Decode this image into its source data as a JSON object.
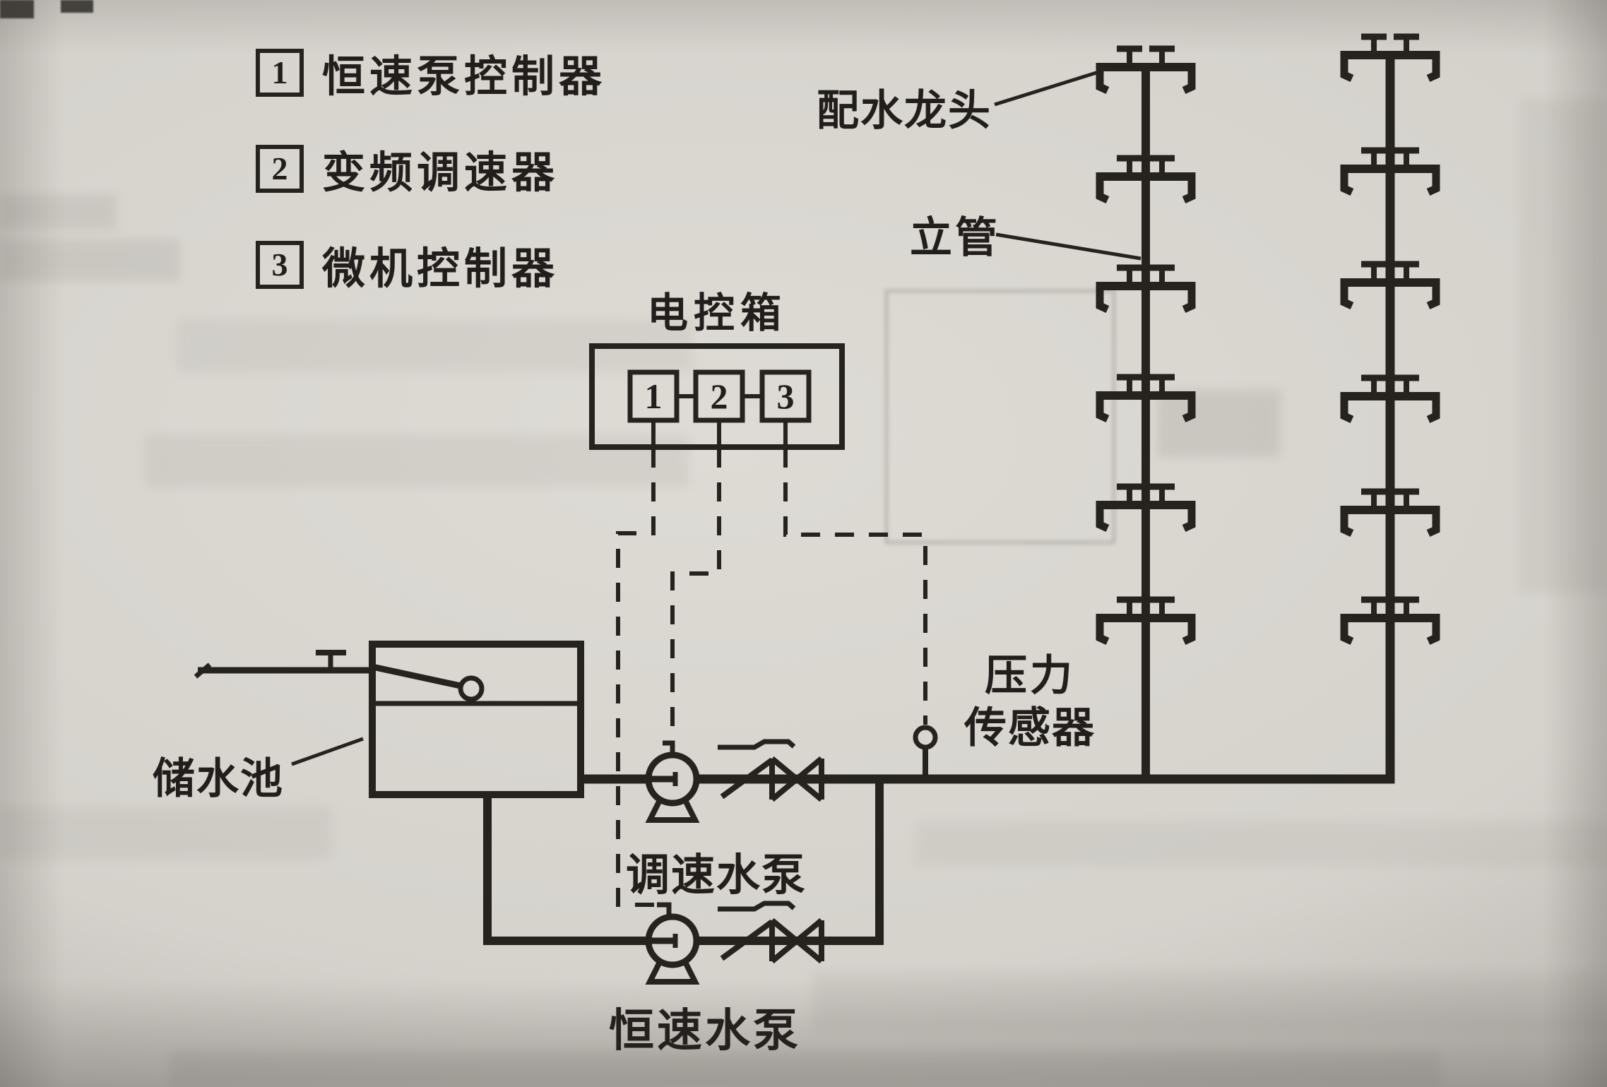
{
  "figure": {
    "legend": [
      {
        "key": "1",
        "label": "恒速泵控制器"
      },
      {
        "key": "2",
        "label": "变频调速器"
      },
      {
        "key": "3",
        "label": "微机控制器"
      }
    ],
    "control_box": {
      "title": "电控箱",
      "units": [
        "1",
        "2",
        "3"
      ]
    },
    "labels": {
      "faucet": "配水龙头",
      "riser": "立管",
      "pressure_sensor_line1": "压力",
      "pressure_sensor_line2": "传感器",
      "tank": "储水池",
      "speed_pump": "调速水泵",
      "constant_pump": "恒速水泵"
    },
    "colors": {
      "ink": "#26231f",
      "paper": "#d6d3cd"
    }
  }
}
